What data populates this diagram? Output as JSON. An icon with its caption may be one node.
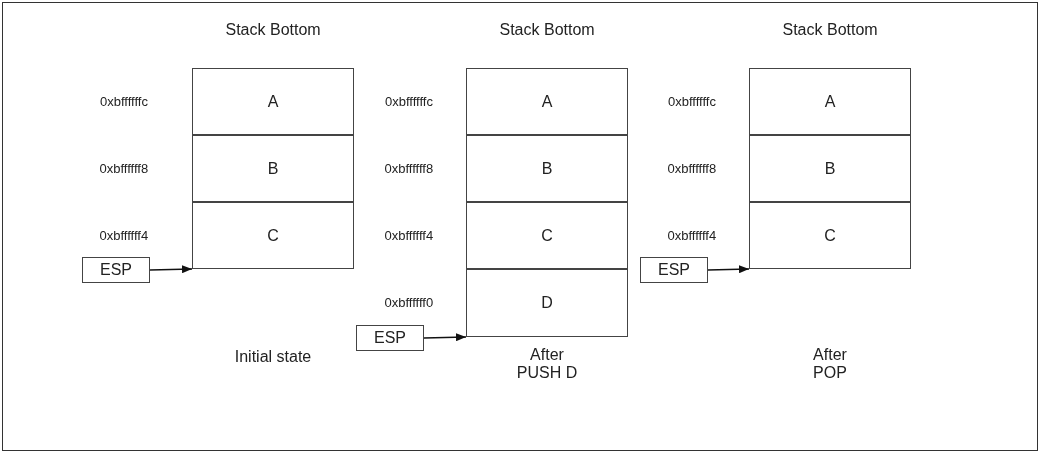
{
  "diagram": {
    "nodes": [
      {
        "text": [
          "A"
        ]
      },
      {
        "text": [
          "B"
        ]
      },
      {
        "text": [
          "C"
        ]
      },
      {
        "text": [
          "ESP"
        ]
      },
      {
        "text": [
          "A"
        ]
      },
      {
        "text": [
          "B"
        ]
      },
      {
        "text": [
          "C"
        ]
      },
      {
        "text": [
          "D"
        ]
      },
      {
        "text": [
          "ESP"
        ]
      },
      {
        "text": [
          "A"
        ]
      },
      {
        "text": [
          "B"
        ]
      },
      {
        "text": [
          "C"
        ]
      },
      {
        "text": [
          "ESP"
        ]
      }
    ],
    "edges": [
      {
        "from": 3,
        "to": 2,
        "arrow": "to"
      },
      {
        "from": 8,
        "to": 7,
        "arrow": "to"
      },
      {
        "from": 12,
        "to": 11,
        "arrow": "to"
      }
    ],
    "labels": [
      "Stack Bottom",
      "Stack Bottom",
      "Stack Bottom",
      "0xbffffffc",
      "0xbffffffc",
      "0xbffffffc",
      "0xbffffff8",
      "0xbffffff8",
      "0xbffffff8",
      "0xbffffff4",
      "0xbffffff4",
      "0xbffffff4",
      "0xbffffff0",
      "Initial state",
      "After PUSH D",
      "After POP"
    ]
  }
}
